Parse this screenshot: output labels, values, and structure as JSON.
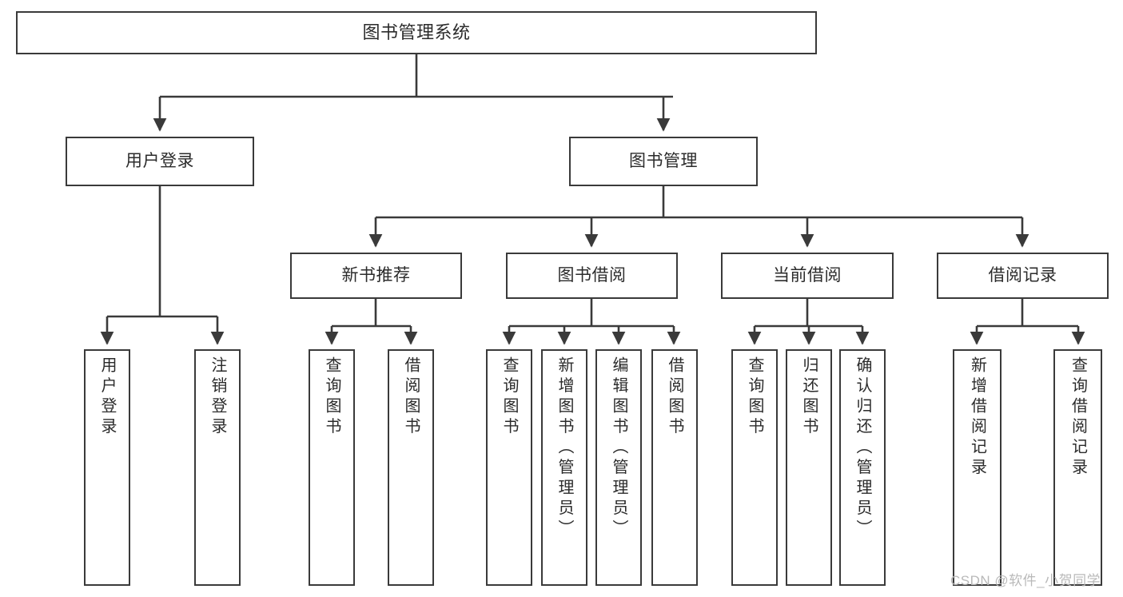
{
  "diagram": {
    "type": "hierarchy-tree",
    "title": "图书管理系统",
    "watermark": "CSDN @软件_小贺同学",
    "colors": {
      "box_border": "#3a3a3a",
      "box_fill": "#ffffff",
      "connector": "#3a3a3a",
      "text": "#2b2b2b",
      "watermark": "#b9b9b9"
    },
    "levels": {
      "root": {
        "label": "图书管理系统"
      },
      "level2": [
        {
          "label": "用户登录"
        },
        {
          "label": "图书管理"
        }
      ],
      "level3": [
        {
          "label": "新书推荐"
        },
        {
          "label": "图书借阅"
        },
        {
          "label": "当前借阅"
        },
        {
          "label": "借阅记录"
        }
      ],
      "leaves": {
        "user_login": [
          {
            "label": "用户登录"
          },
          {
            "label": "注销登录"
          }
        ],
        "new_book_recommend": [
          {
            "label": "查询图书"
          },
          {
            "label": "借阅图书"
          }
        ],
        "book_borrow": [
          {
            "label": "查询图书"
          },
          {
            "label": "新增图书（管理员）"
          },
          {
            "label": "编辑图书（管理员）"
          },
          {
            "label": "借阅图书"
          }
        ],
        "current_borrow": [
          {
            "label": "查询图书"
          },
          {
            "label": "归还图书"
          },
          {
            "label": "确认归还（管理员）"
          }
        ],
        "borrow_record": [
          {
            "label": "新增借阅记录"
          },
          {
            "label": "查询借阅记录"
          }
        ]
      }
    }
  }
}
